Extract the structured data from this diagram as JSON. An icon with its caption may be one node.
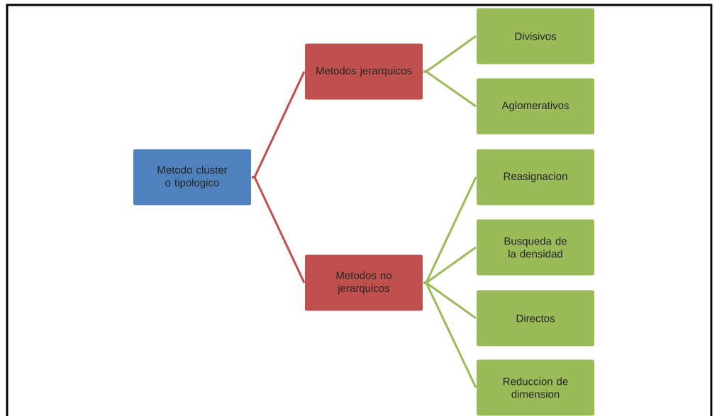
{
  "diagram": {
    "nodes": [
      {
        "text": [
          "Metodo cluster o tipologico"
        ]
      },
      {
        "text": [
          "Metodos jerarquicos"
        ]
      },
      {
        "text": [
          "Metodos no jerarquicos"
        ]
      },
      {
        "text": [
          "Divisivos"
        ]
      },
      {
        "text": [
          "Aglomerativos"
        ]
      },
      {
        "text": [
          "Reasignacion"
        ]
      },
      {
        "text": [
          "Busqueda de la densidad"
        ]
      },
      {
        "text": [
          "Directos"
        ]
      },
      {
        "text": [
          "Reduccion de dimension"
        ]
      }
    ],
    "edges": [
      {
        "from": 0,
        "to": 1,
        "arrow": "none",
        "color": "#c0504d"
      },
      {
        "from": 0,
        "to": 2,
        "arrow": "none",
        "color": "#c0504d"
      },
      {
        "from": 1,
        "to": 3,
        "arrow": "none"
      },
      {
        "from": 1,
        "to": 4,
        "arrow": "none"
      },
      {
        "from": 2,
        "to": 5,
        "arrow": "none"
      },
      {
        "from": 2,
        "to": 6,
        "arrow": "none"
      },
      {
        "from": 2,
        "to": 7,
        "arrow": "none"
      },
      {
        "from": 2,
        "to": 8,
        "arrow": "none"
      }
    ]
  }
}
